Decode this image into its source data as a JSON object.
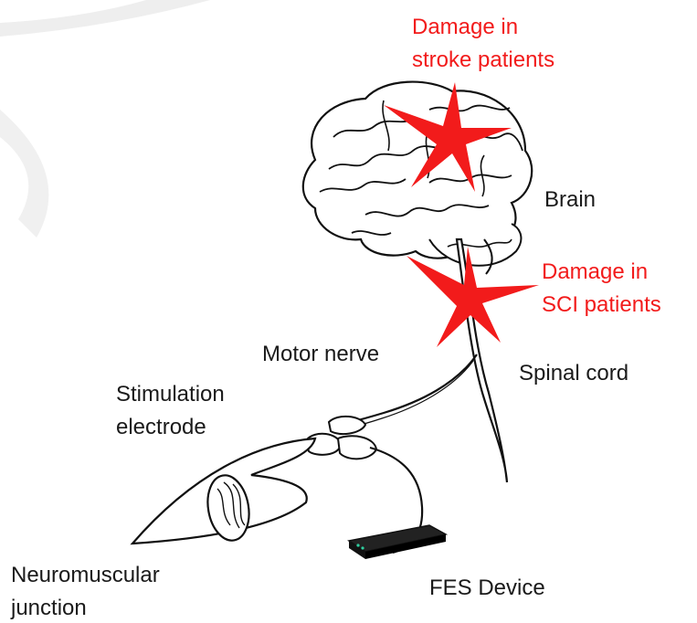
{
  "labels": {
    "stroke_damage": [
      "Damage in",
      "stroke patients"
    ],
    "brain": "Brain",
    "sci_damage": [
      "Damage in",
      "SCI patients"
    ],
    "motor_nerve": "Motor nerve",
    "spinal_cord": "Spinal cord",
    "stim_electrode": [
      "Stimulation",
      "electrode"
    ],
    "nmj": [
      "Neuromuscular",
      "junction"
    ],
    "fes_device": "FES Device"
  },
  "colors": {
    "damage": "#f21b1b",
    "ink": "#1a1a1a"
  },
  "icons": [
    "brain-icon",
    "starburst-icon",
    "spinal-cord-icon",
    "muscle-icon",
    "fes-device-icon"
  ]
}
